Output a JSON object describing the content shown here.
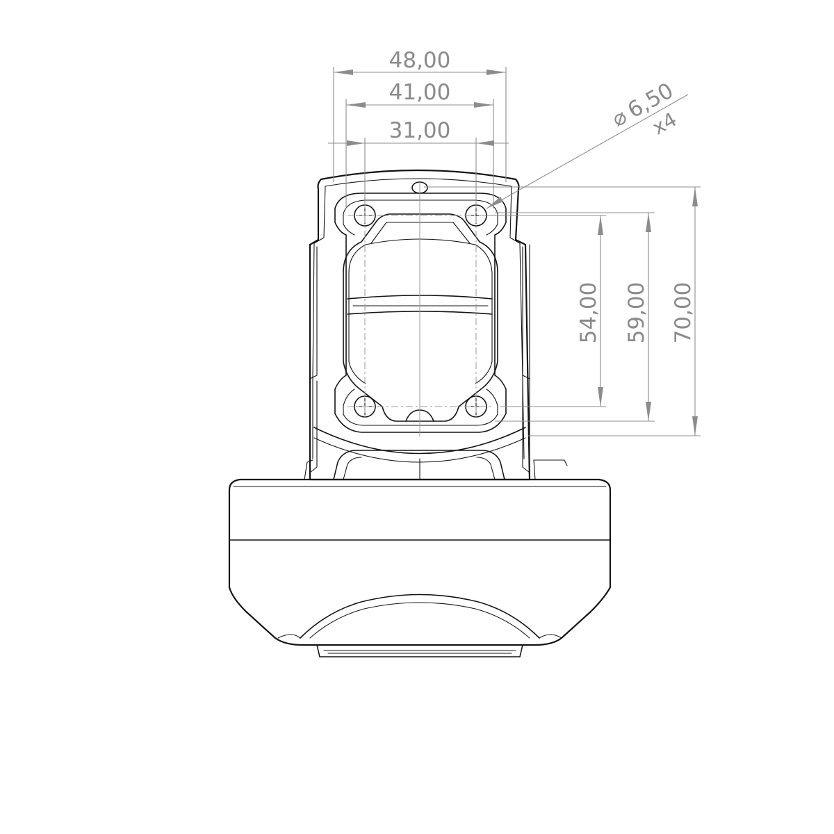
{
  "drawing": {
    "dimensions": {
      "width_outer": "48,00",
      "width_mid": "41,00",
      "width_inner": "31,00",
      "hole_diameter": "6,50",
      "hole_count": "x4",
      "height_54": "54,00",
      "height_59": "59,00",
      "height_70": "70,00"
    },
    "symbols": {
      "diameter_symbol": "⌀"
    }
  }
}
